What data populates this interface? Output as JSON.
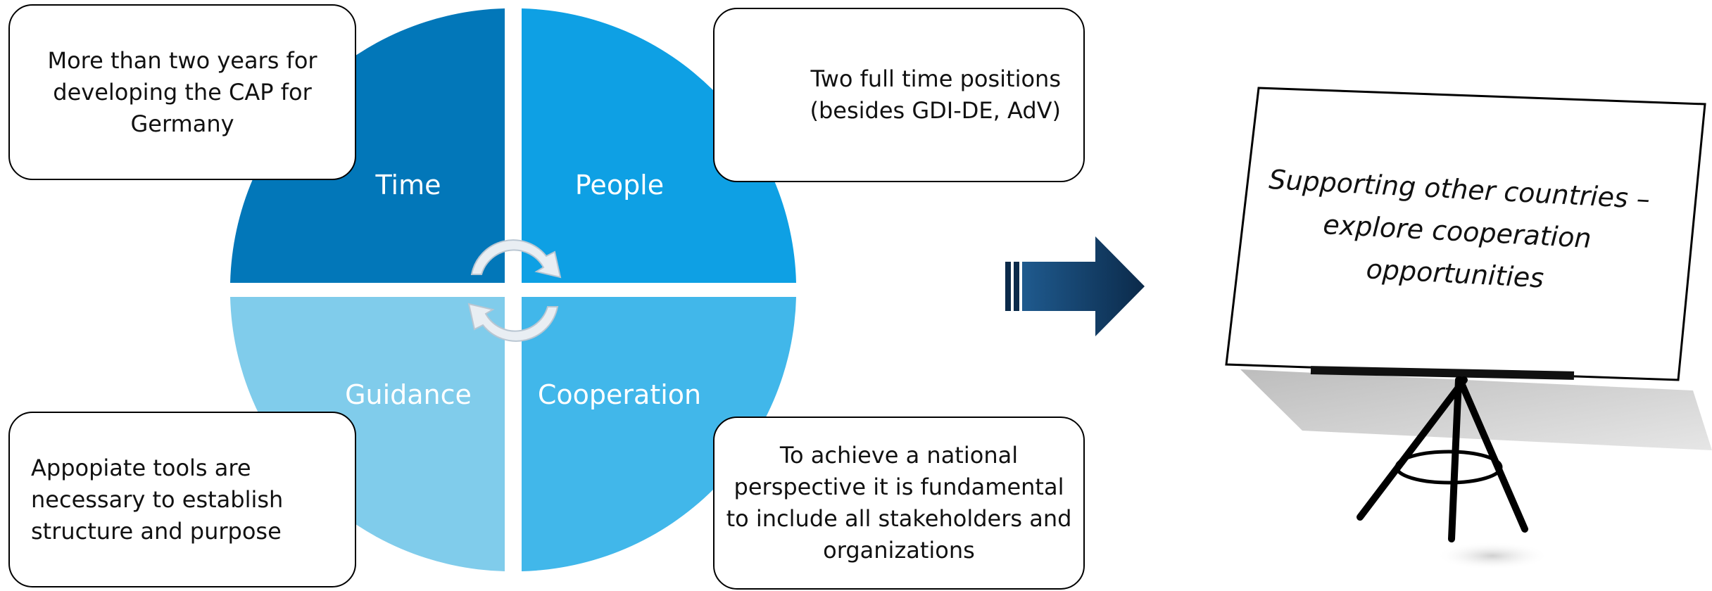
{
  "quadrants": {
    "time": {
      "label": "Time",
      "color": "#0277B9"
    },
    "people": {
      "label": "People",
      "color": "#0EA0E4"
    },
    "guidance": {
      "label": "Guidance",
      "color": "#80CCEB"
    },
    "cooperation": {
      "label": "Cooperation",
      "color": "#41B7EA"
    }
  },
  "callouts": {
    "time": [
      "More than two years for",
      "developing the CAP for",
      "Germany"
    ],
    "people": [
      "Two full time positions",
      "(besides GDI-DE, AdV)"
    ],
    "guidance": [
      "Appopiate tools are",
      "necessary to establish",
      "structure and purpose"
    ],
    "cooperation": [
      "To achieve a national",
      "perspective it is fundamental",
      "to include all stakeholders and",
      "organizations"
    ]
  },
  "board": {
    "lines": [
      "Supporting other countries –",
      "explore cooperation",
      "opportunities"
    ]
  },
  "colors": {
    "arrow_dark": "#0B2A4A",
    "arrow_light": "#1F5A8E"
  }
}
